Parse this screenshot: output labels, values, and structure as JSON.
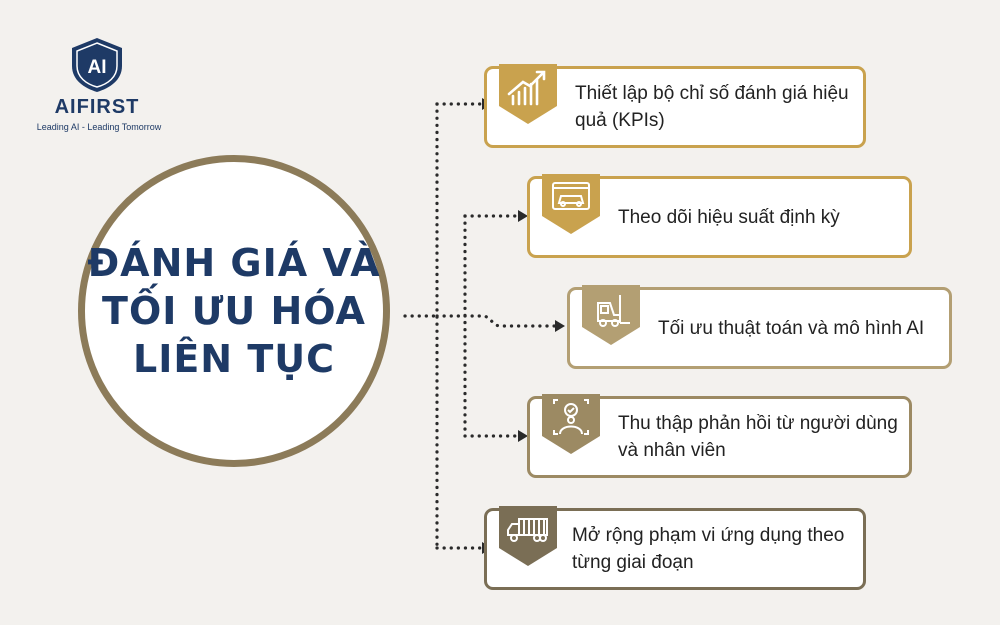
{
  "brand": {
    "mark": "AI",
    "name": "AIFIRST",
    "tagline": "Leading AI - Leading Tomorrow"
  },
  "center": {
    "title": "ĐÁNH GIÁ VÀ\nTỐI ƯU HÓA\nLIÊN TỤC"
  },
  "items": [
    {
      "text": "Thiết lập bộ chỉ số đánh giá hiệu quả (KPIs)",
      "icon": "growth-chart-icon",
      "color": "#c9a24e"
    },
    {
      "text": "Theo dõi hiệu suất định kỳ",
      "icon": "monitor-car-icon",
      "color": "#c9a24e"
    },
    {
      "text": "Tối ưu thuật toán và mô hình AI",
      "icon": "forklift-icon",
      "color": "#b39f73"
    },
    {
      "text": "Thu thập phản hồi từ người dùng và nhân viên",
      "icon": "user-check-icon",
      "color": "#9c8a63"
    },
    {
      "text": "Mở rộng phạm vi ứng dụng theo từng giai đoạn",
      "icon": "truck-icon",
      "color": "#7a6e55"
    }
  ]
}
